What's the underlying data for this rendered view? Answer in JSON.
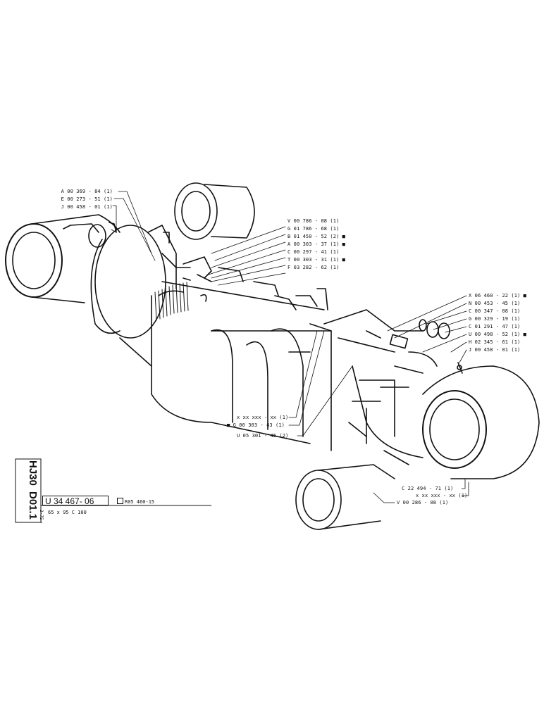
{
  "sheet": {
    "code_top": "HJ30",
    "code_bottom": "D01.1",
    "part_number": "U 34 467- 06",
    "reference": "R05 460-15",
    "date": "3-75",
    "spec": "65 x 95   C 100"
  },
  "callouts_upper_left": [
    "A 00 369 - 84 (1)",
    "E 00 273 - 51 (1)",
    "J 00 458 - 01 (1)"
  ],
  "callouts_upper_mid": [
    "V 00 786 - 08 (1)",
    "G 01 786 - 68 (1)",
    "B 01 450 - 52 (2) ■",
    "A 00 303 - 37 (1) ■",
    "C 00 297 - 41 (1)",
    "T 00 303 - 31 (1) ■",
    "F 03 282 - 62 (1)"
  ],
  "callouts_right": [
    "X 06 460 - 22 (1) ■",
    "N 00 453 - 45 (1)",
    "C 00 347 - 08 (1)",
    "G 00 329 - 19 (1)",
    "C 01 291 - 47 (1)",
    "U 00 498 - 52 (1) ■",
    "H 02 345 - 61 (1)",
    "J 00 458 - 01 (1)"
  ],
  "callouts_center": [
    "x xx xxx - xx (1)",
    "■ G 00 303 - 43 (1)",
    "U 05 301 - 45 (2)"
  ],
  "callouts_lower_right": [
    "C 22 494 - 71 (1)",
    "x xx xxx - xx (1)",
    "V 00 286 - 08 (1)"
  ]
}
